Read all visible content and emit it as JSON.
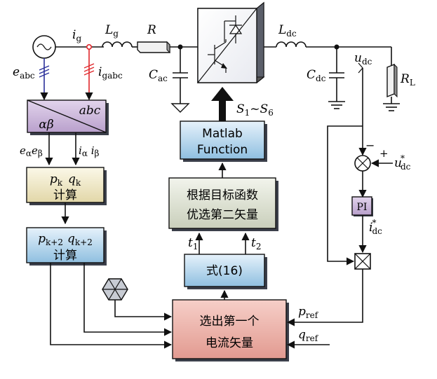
{
  "labels": {
    "ig": "i",
    "ig_sub": "g",
    "Lg": "L",
    "Lg_sub": "g",
    "R": "R",
    "Ldc": "L",
    "Ldc_sub": "dc",
    "Cac": "C",
    "Cac_sub": "ac",
    "Cdc": "C",
    "Cdc_sub": "dc",
    "udc": "u",
    "udc_sub": "dc",
    "RL": "R",
    "RL_sub": "L",
    "eabc": "e",
    "eabc_sub": "abc",
    "igabc": "i",
    "igabc_sub": "gabc",
    "S_text": "S",
    "S_sub1": "1",
    "S_tilde": "~",
    "S_sub6": "6",
    "minus": "−",
    "plus": "+",
    "udc_ref": "u",
    "udc_ref_sup": "*",
    "udc_ref_sub": "dc",
    "idc_ref": "i",
    "idc_ref_sup": "*",
    "idc_ref_sub": "dc",
    "e_ab": "e",
    "e_ab_sub1": "α",
    "e_ab_mid": "e",
    "e_ab_sub2": "β",
    "i_ab": "i",
    "i_ab_sub1": "α",
    "i_ab_mid": " i",
    "i_ab_sub2": "β",
    "t1": "t",
    "t1_sub": "1",
    "t2": "t",
    "t2_sub": "2",
    "pref": "p",
    "pref_sub": "ref",
    "qref": "q",
    "qref_sub": "ref"
  },
  "blocks": {
    "transform_abc": "abc",
    "transform_ab": "αβ",
    "pk_p": "p",
    "pk_k1": "k",
    "pk_q": "q",
    "pk_k2": "k",
    "pk_calc": "计算",
    "pk2_p": "p",
    "pk2_sub1": "k+2",
    "pk2_q": "q",
    "pk2_sub2": "k+2",
    "pk2_calc": "计算",
    "matlab_line1": "Matlab",
    "matlab_line2": "Function",
    "select2_line1": "根据目标函数",
    "select2_line2": "优选第二矢量",
    "eq16": "式(16)",
    "select1_line1": "选出第一个",
    "select1_line2": "电流矢量",
    "pi": "PI"
  },
  "colors": {
    "blue_block": "#a9d0ea",
    "cream_block": "#efe8c4",
    "gray_block": "#dde3d2",
    "pink_block": "#ecaea6",
    "purple_block": "#c9b3d8",
    "red_wire": "#e0262a",
    "blue_wire": "#2a2f9a"
  }
}
